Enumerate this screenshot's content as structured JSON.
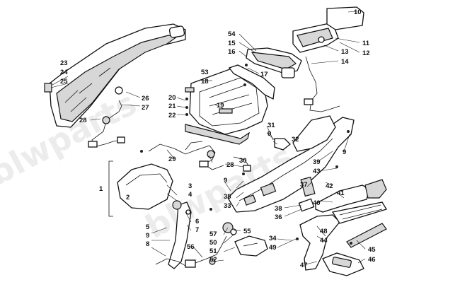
{
  "watermark": "blwparts",
  "callouts": [
    {
      "id": "c1",
      "text": "1"
    },
    {
      "id": "c2",
      "text": "2"
    },
    {
      "id": "c3",
      "text": "3"
    },
    {
      "id": "c4",
      "text": "4"
    },
    {
      "id": "c5",
      "text": "5"
    },
    {
      "id": "c6",
      "text": "6"
    },
    {
      "id": "c7",
      "text": "7"
    },
    {
      "id": "c8",
      "text": "8"
    },
    {
      "id": "c9a",
      "text": "9"
    },
    {
      "id": "c9b",
      "text": "9"
    },
    {
      "id": "c9c",
      "text": "9"
    },
    {
      "id": "c9d",
      "text": "9"
    },
    {
      "id": "c10",
      "text": "10"
    },
    {
      "id": "c11",
      "text": "11"
    },
    {
      "id": "c12",
      "text": "12"
    },
    {
      "id": "c13",
      "text": "13"
    },
    {
      "id": "c14",
      "text": "14"
    },
    {
      "id": "c15",
      "text": "15"
    },
    {
      "id": "c16",
      "text": "16"
    },
    {
      "id": "c17",
      "text": "17"
    },
    {
      "id": "c18",
      "text": "18"
    },
    {
      "id": "c19",
      "text": "19"
    },
    {
      "id": "c20",
      "text": "20"
    },
    {
      "id": "c21",
      "text": "21"
    },
    {
      "id": "c22",
      "text": "22"
    },
    {
      "id": "c23",
      "text": "23"
    },
    {
      "id": "c24",
      "text": "24"
    },
    {
      "id": "c25",
      "text": "25"
    },
    {
      "id": "c26",
      "text": "26"
    },
    {
      "id": "c27",
      "text": "27"
    },
    {
      "id": "c28a",
      "text": "28"
    },
    {
      "id": "c28b",
      "text": "28"
    },
    {
      "id": "c29",
      "text": "29"
    },
    {
      "id": "c30",
      "text": "30"
    },
    {
      "id": "c31",
      "text": "31"
    },
    {
      "id": "c32",
      "text": "32"
    },
    {
      "id": "c33",
      "text": "33"
    },
    {
      "id": "c34",
      "text": "34"
    },
    {
      "id": "c35",
      "text": "35"
    },
    {
      "id": "c36",
      "text": "36"
    },
    {
      "id": "c37",
      "text": "37"
    },
    {
      "id": "c38",
      "text": "38"
    },
    {
      "id": "c39",
      "text": "39"
    },
    {
      "id": "c40",
      "text": "40"
    },
    {
      "id": "c41",
      "text": "41"
    },
    {
      "id": "c42",
      "text": "42"
    },
    {
      "id": "c43",
      "text": "43"
    },
    {
      "id": "c44",
      "text": "44"
    },
    {
      "id": "c45",
      "text": "45"
    },
    {
      "id": "c46",
      "text": "46"
    },
    {
      "id": "c47",
      "text": "47"
    },
    {
      "id": "c48",
      "text": "48"
    },
    {
      "id": "c49",
      "text": "49"
    },
    {
      "id": "c50",
      "text": "50"
    },
    {
      "id": "c51",
      "text": "51"
    },
    {
      "id": "c52",
      "text": "52"
    },
    {
      "id": "c53",
      "text": "53"
    },
    {
      "id": "c54",
      "text": "54"
    },
    {
      "id": "c55",
      "text": "55"
    },
    {
      "id": "c56",
      "text": "56"
    },
    {
      "id": "c57",
      "text": "57"
    }
  ]
}
